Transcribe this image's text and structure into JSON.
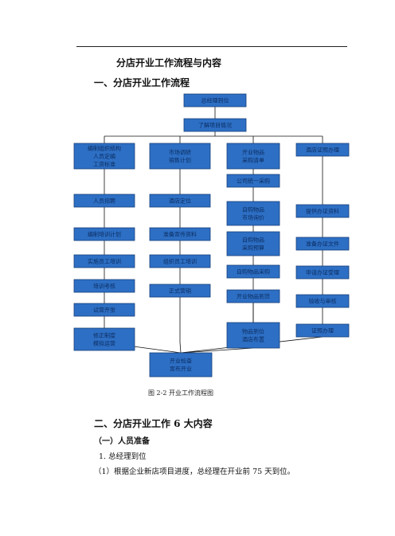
{
  "page": {
    "title": "分店开业工作流程与内容",
    "section1": "一、分店开业工作流程",
    "caption": "图 2-2 开业工作流程图",
    "section2": "二、分店开业工作 6 大内容",
    "subsection1": "（一）人员准备",
    "item1": "1. 总经理到位",
    "item1_1": "（1）根据企业新店项目进度，总经理在开业前 75 天到位。"
  },
  "flowchart": {
    "box_color": "#2d6fc4",
    "top": [
      "总经理到位",
      "了解项目情况"
    ],
    "col1": [
      "编制组织结构\n人员定编\n工资标准",
      "人员招聘",
      "编制培训计划",
      "实施员工培训",
      "培训考核",
      "试营开张",
      "修正制度\n模拟运营"
    ],
    "col2": [
      "市场调研\n销售计划",
      "酒店定位",
      "准备宣传资料",
      "组织员工培训",
      "正式营销"
    ],
    "col3": [
      "开业物品\n采购清单",
      "公司统一采购",
      "自购物品\n市场询价",
      "自购物品\n采购预算",
      "自购物品采购",
      "开业物品到货",
      "物品到位\n酒店布置"
    ],
    "col4": [
      "酒店证照办理",
      "提供办证资料",
      "准备办证文件",
      "申请办证受理",
      "验收与审核",
      "证照办理"
    ],
    "bottom": "开业检查\n宣布开业"
  }
}
